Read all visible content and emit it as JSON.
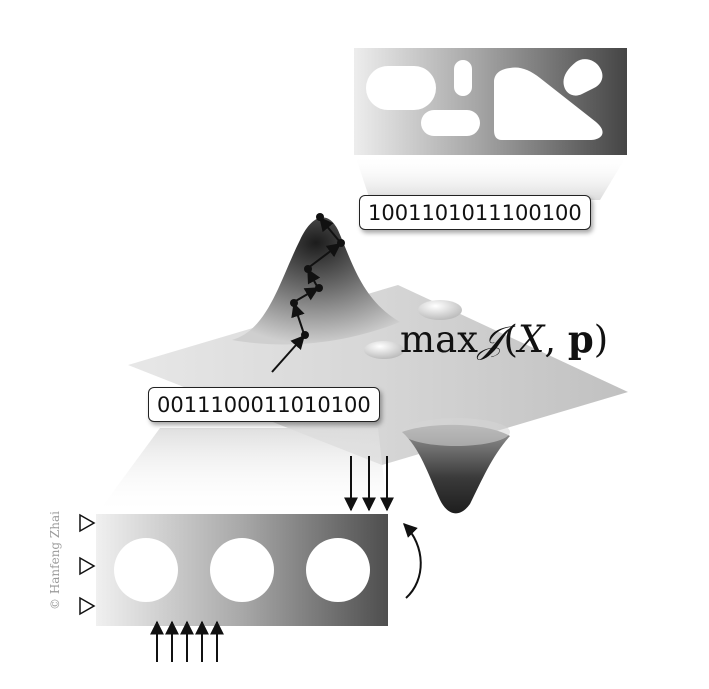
{
  "codes": {
    "optimized": "1001101011100100",
    "initial": "0011100011010100"
  },
  "objective": {
    "max": "max",
    "J": "𝒥",
    "open": "(",
    "X": "X",
    "comma": ", ",
    "p": "p",
    "close": ")"
  },
  "copyright": "© Hanfeng Zhai",
  "colors": {
    "gradient_light": "#f2f2f2",
    "gradient_dark": "#4a4a4a",
    "ink": "#111111"
  }
}
